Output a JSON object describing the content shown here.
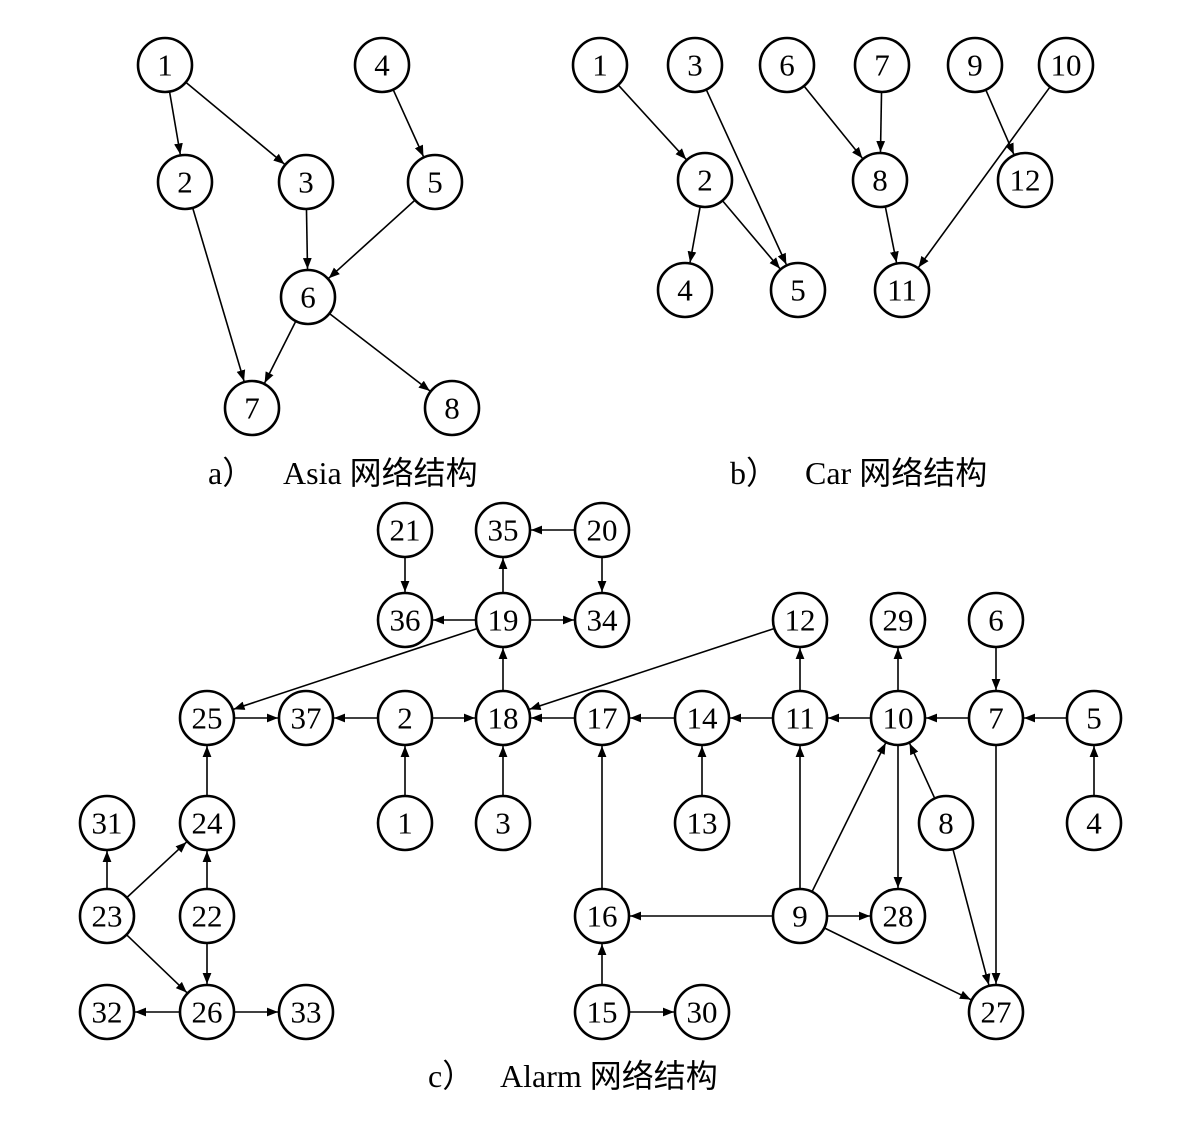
{
  "panels": [
    {
      "id": "asia",
      "caption_tag": "a）",
      "caption_text": "Asia 网络结构",
      "nodes": [
        "1",
        "2",
        "3",
        "4",
        "5",
        "6",
        "7",
        "8"
      ],
      "edges": [
        [
          "1",
          "2"
        ],
        [
          "1",
          "3"
        ],
        [
          "2",
          "7"
        ],
        [
          "3",
          "6"
        ],
        [
          "4",
          "5"
        ],
        [
          "5",
          "6"
        ],
        [
          "6",
          "7"
        ],
        [
          "6",
          "8"
        ]
      ]
    },
    {
      "id": "car",
      "caption_tag": "b）",
      "caption_text": "Car 网络结构",
      "nodes": [
        "1",
        "3",
        "6",
        "7",
        "9",
        "10",
        "2",
        "8",
        "12",
        "4",
        "5",
        "11"
      ],
      "edges": [
        [
          "1",
          "2"
        ],
        [
          "3",
          "5"
        ],
        [
          "2",
          "4"
        ],
        [
          "2",
          "5"
        ],
        [
          "6",
          "8"
        ],
        [
          "7",
          "8"
        ],
        [
          "8",
          "11"
        ],
        [
          "9",
          "12"
        ],
        [
          "10",
          "11"
        ]
      ]
    },
    {
      "id": "alarm",
      "caption_tag": "c）",
      "caption_text": "Alarm 网络结构",
      "nodes": [
        "21",
        "35",
        "20",
        "36",
        "19",
        "34",
        "12",
        "29",
        "6",
        "25",
        "37",
        "2",
        "18",
        "17",
        "14",
        "11",
        "10",
        "7",
        "5",
        "31",
        "24",
        "1",
        "3",
        "13",
        "8",
        "4",
        "23",
        "22",
        "16",
        "9",
        "28",
        "32",
        "26",
        "33",
        "15",
        "30",
        "27"
      ],
      "edges": [
        [
          "21",
          "36"
        ],
        [
          "20",
          "35"
        ],
        [
          "20",
          "34"
        ],
        [
          "19",
          "35"
        ],
        [
          "19",
          "36"
        ],
        [
          "19",
          "34"
        ],
        [
          "19",
          "25"
        ],
        [
          "18",
          "19"
        ],
        [
          "2",
          "18"
        ],
        [
          "2",
          "37"
        ],
        [
          "25",
          "37"
        ],
        [
          "12",
          "18"
        ],
        [
          "17",
          "18"
        ],
        [
          "3",
          "18"
        ],
        [
          "1",
          "2"
        ],
        [
          "14",
          "17"
        ],
        [
          "16",
          "17"
        ],
        [
          "13",
          "14"
        ],
        [
          "11",
          "14"
        ],
        [
          "11",
          "12"
        ],
        [
          "9",
          "11"
        ],
        [
          "10",
          "11"
        ],
        [
          "10",
          "29"
        ],
        [
          "10",
          "28"
        ],
        [
          "9",
          "10"
        ],
        [
          "8",
          "10"
        ],
        [
          "7",
          "10"
        ],
        [
          "6",
          "7"
        ],
        [
          "5",
          "7"
        ],
        [
          "4",
          "5"
        ],
        [
          "7",
          "27"
        ],
        [
          "8",
          "27"
        ],
        [
          "9",
          "27"
        ],
        [
          "9",
          "28"
        ],
        [
          "9",
          "16"
        ],
        [
          "15",
          "16"
        ],
        [
          "15",
          "30"
        ],
        [
          "24",
          "25"
        ],
        [
          "22",
          "24"
        ],
        [
          "23",
          "24"
        ],
        [
          "23",
          "31"
        ],
        [
          "23",
          "26"
        ],
        [
          "22",
          "26"
        ],
        [
          "26",
          "32"
        ],
        [
          "26",
          "33"
        ]
      ]
    }
  ]
}
